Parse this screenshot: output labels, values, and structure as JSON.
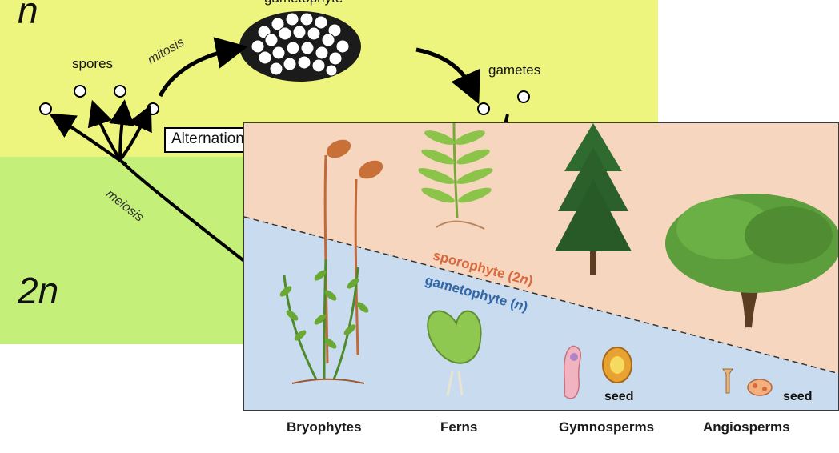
{
  "back_diagram": {
    "haploid_label": "n",
    "diploid_label": "2n",
    "gametophyte_label": "gametophyte",
    "spores_label": "spores",
    "mitosis_label": "mitosis",
    "gametes_label": "gametes",
    "meiosis_label": "meiosis",
    "title_box_text": "Alternation of generations"
  },
  "front_diagram": {
    "sporophyte_label": "sporophyte (2",
    "sporophyte_n": "n",
    "sporophyte_close": ")",
    "gametophyte_label": "gametophyte (",
    "gametophyte_n": "n",
    "gametophyte_close": ")",
    "seed_label_gymno": "seed",
    "seed_label_angio": "seed",
    "colors": {
      "sporophyte_zone": "#f6d6bf",
      "gametophyte_zone": "#c9dcef",
      "sporophyte_text": "#d9683a",
      "gametophyte_text": "#2f66a8"
    }
  },
  "captions": {
    "bryophytes": "Bryophytes",
    "ferns": "Ferns",
    "gymnosperms": "Gymnosperms",
    "angiosperms": "Angiosperms"
  }
}
